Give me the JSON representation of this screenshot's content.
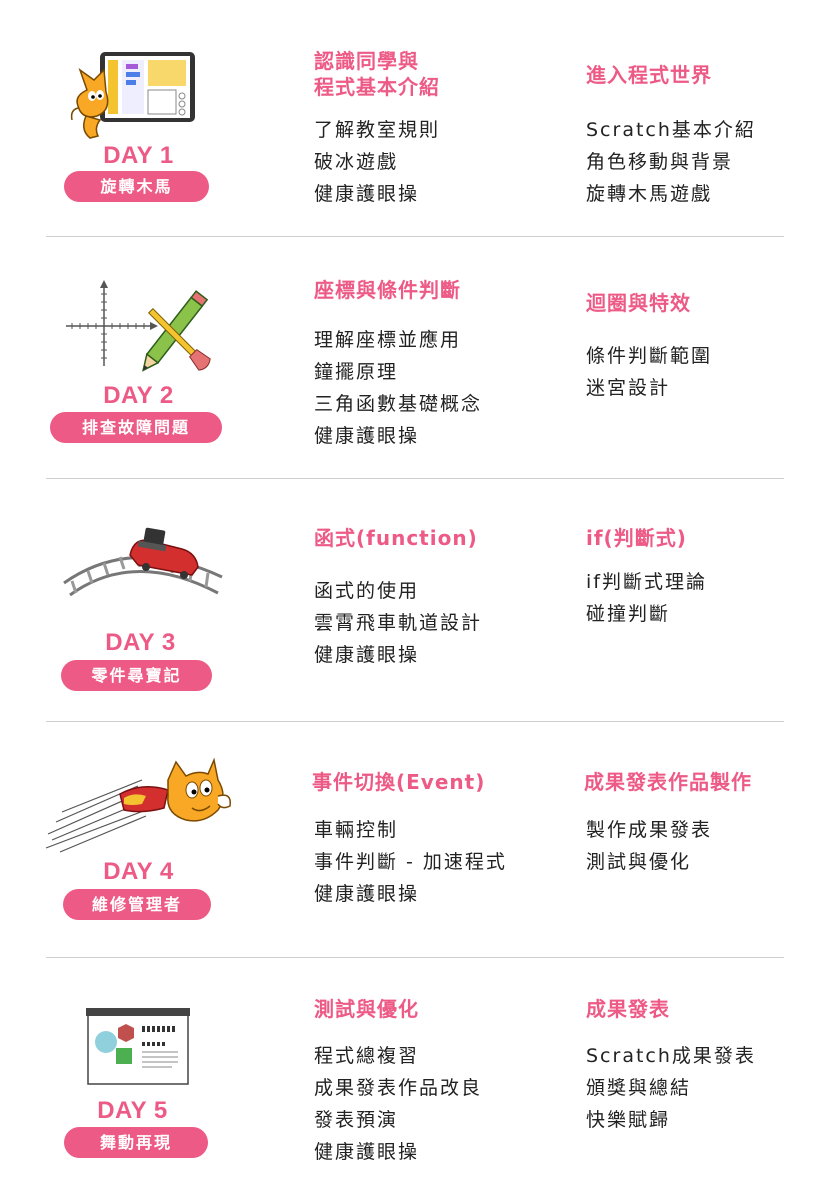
{
  "days": [
    {
      "day": "DAY 1",
      "theme": "旋轉木馬",
      "col1": {
        "title": [
          "認識同學與",
          "程式基本介紹"
        ],
        "items": [
          "了解教室規則",
          "破冰遊戲",
          "健康護眼操"
        ]
      },
      "col2": {
        "title": [
          "進入程式世界"
        ],
        "items": [
          "Scratch基本介紹",
          "角色移動與背景",
          "旋轉木馬遊戲"
        ]
      }
    },
    {
      "day": "DAY 2",
      "theme": "排查故障問題",
      "col1": {
        "title": [
          "座標與條件判斷"
        ],
        "items": [
          "理解座標並應用",
          "鐘擺原理",
          "三角函數基礎概念",
          "健康護眼操"
        ]
      },
      "col2": {
        "title": [
          "迴圈與特效"
        ],
        "items": [
          "條件判斷範圍",
          "迷宮設計"
        ]
      }
    },
    {
      "day": "DAY 3",
      "theme": "零件尋寶記",
      "col1": {
        "title": [
          "函式(function)"
        ],
        "items": [
          "函式的使用",
          "雲霄飛車軌道設計",
          "健康護眼操"
        ]
      },
      "col2": {
        "title": [
          "if(判斷式)"
        ],
        "items": [
          "if判斷式理論",
          "碰撞判斷"
        ]
      }
    },
    {
      "day": "DAY 4",
      "theme": "維修管理者",
      "col1": {
        "title": [
          "事件切換(Event)"
        ],
        "items": [
          "車輛控制",
          "事件判斷 - 加速程式",
          "健康護眼操"
        ]
      },
      "col2": {
        "title": [
          "成果發表作品製作"
        ],
        "items": [
          "製作成果發表",
          "測試與優化"
        ]
      }
    },
    {
      "day": "DAY 5",
      "theme": "舞動再現",
      "col1": {
        "title": [
          "測試與優化"
        ],
        "items": [
          "程式總複習",
          "成果發表作品改良",
          "發表預演",
          "健康護眼操"
        ]
      },
      "col2": {
        "title": [
          "成果發表"
        ],
        "items": [
          "Scratch成果發表",
          "頒獎與總結",
          "快樂賦歸"
        ]
      }
    }
  ],
  "colors": {
    "accent": "#ed5a86",
    "text": "#222222",
    "separator": "#cfcfcf"
  },
  "icons": [
    "scratch-cat-tablet-icon",
    "coordinate-pencil-icon",
    "roller-coaster-icon",
    "flying-cat-icon",
    "program-screen-icon"
  ]
}
